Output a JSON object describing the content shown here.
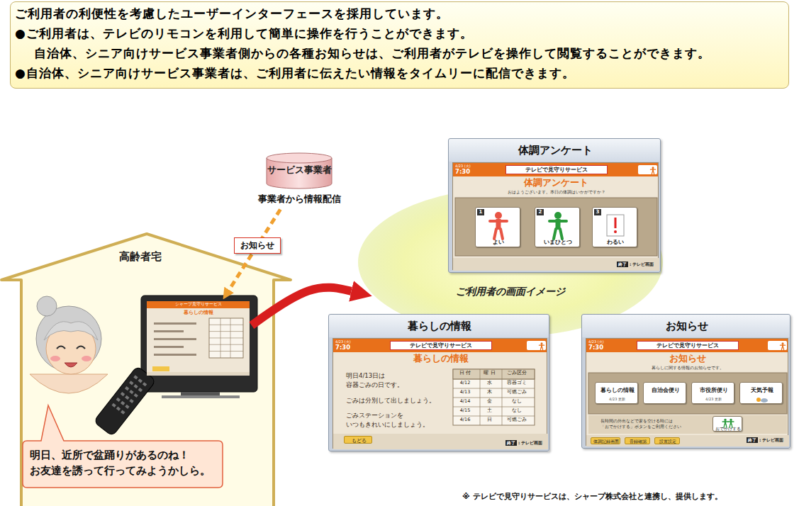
{
  "diagram": {
    "nodes": [
      {
        "text": [
          "ご利用者の利便性を考慮したユーザーインターフェースを採用しています。",
          "●ご利用者は、テレビのリモコンを利用して簡単に操作を行うことができます。",
          "自治体、シニア向けサービス事業者側からの各種お知らせは、ご利用者がテレビを操作して閲覧することができます。",
          "●自治体、シニア向けサービス事業者は、ご利用者に伝えたい情報をタイムリーに配信できます。"
        ]
      },
      {
        "text": [
          "高齢者宅"
        ]
      },
      {
        "text": [
          "シャープ見守りサービス",
          "暮らしの情報"
        ],
        "in": 1
      },
      {
        "text": [
          "明日、近所で盆踊りがあるのね！ お友達を誘って行ってみようかしら。"
        ],
        "in": 1
      },
      {
        "text": [
          "サービス事業者",
          "事業者から情報配信"
        ]
      },
      {
        "text": [
          "ご利用者の画面イメージ"
        ]
      },
      {
        "text": [
          "体調アンケート"
        ]
      },
      {
        "text": [
          "4/23 (火)",
          "7:30",
          "テレビで見守りサービス",
          "体調アンケート",
          "おはようございます。本日の体調はいかがですか？",
          "終了",
          ": テレビ画面"
        ],
        "in": 6
      },
      {
        "text": [
          "1",
          "よい"
        ],
        "in": 7
      },
      {
        "text": [
          "2",
          "いまひとつ"
        ],
        "in": 7
      },
      {
        "text": [
          "3",
          "わるい"
        ],
        "in": 7
      },
      {
        "text": [
          "暮らしの情報"
        ]
      },
      {
        "text": [
          "4/23 (火)",
          "7:30",
          "テレビで見守りサービス",
          "暮らしの情報",
          "明日4/13日は 容器ごみの日です。",
          "ごみは分別して出しましょう。",
          "ごみステーションを いつもきれいにしましょう。",
          "終了",
          ": テレビ画面"
        ],
        "in": 11
      },
      {
        "text": [
          "もどる"
        ],
        "in": 12
      },
      {
        "text": [
          "お知らせ"
        ]
      },
      {
        "text": [
          "4/23 (火)",
          "7:30",
          "テレビで見守りサービス",
          "お知らせ",
          "暮らしに関する情報のお知らせです。",
          "長時間の外出などで家を空ける時には 「おでかけする」ボタンをご利用ください",
          "終了",
          ": テレビ画面"
        ],
        "in": 14
      },
      {
        "text": [
          "暮らしの情報",
          "4/23 更新"
        ],
        "in": 15
      },
      {
        "text": [
          "自治会便り"
        ],
        "in": 15
      },
      {
        "text": [
          "市役所便り",
          "4/23 更新"
        ],
        "in": 15
      },
      {
        "text": [
          "天気予報"
        ],
        "in": 15
      },
      {
        "text": [
          "おでかけする"
        ],
        "in": 15
      },
      {
        "text": [
          "体調記録画面"
        ],
        "in": 15
      },
      {
        "text": [
          "音録確認"
        ],
        "in": 15
      },
      {
        "text": [
          "設置設定"
        ],
        "in": 15
      }
    ],
    "edges": [
      {
        "from": 4,
        "to": 2,
        "label": "お知らせ",
        "arrow": "to"
      },
      {
        "from": 2,
        "to": 5,
        "arrow": "to"
      }
    ],
    "labels": [
      "日 付",
      "曜 日",
      "ごみ区分",
      "4/12",
      "水",
      "容器ゴミ",
      "4/13",
      "木",
      "可燃ごみ",
      "4/14",
      "金",
      "なし",
      "4/15",
      "土",
      "なし",
      "4/16",
      "日",
      "可燃ごみ",
      "※ テレビで見守りサービスは、シャープ株式会社と連携し、提供します。"
    ]
  }
}
